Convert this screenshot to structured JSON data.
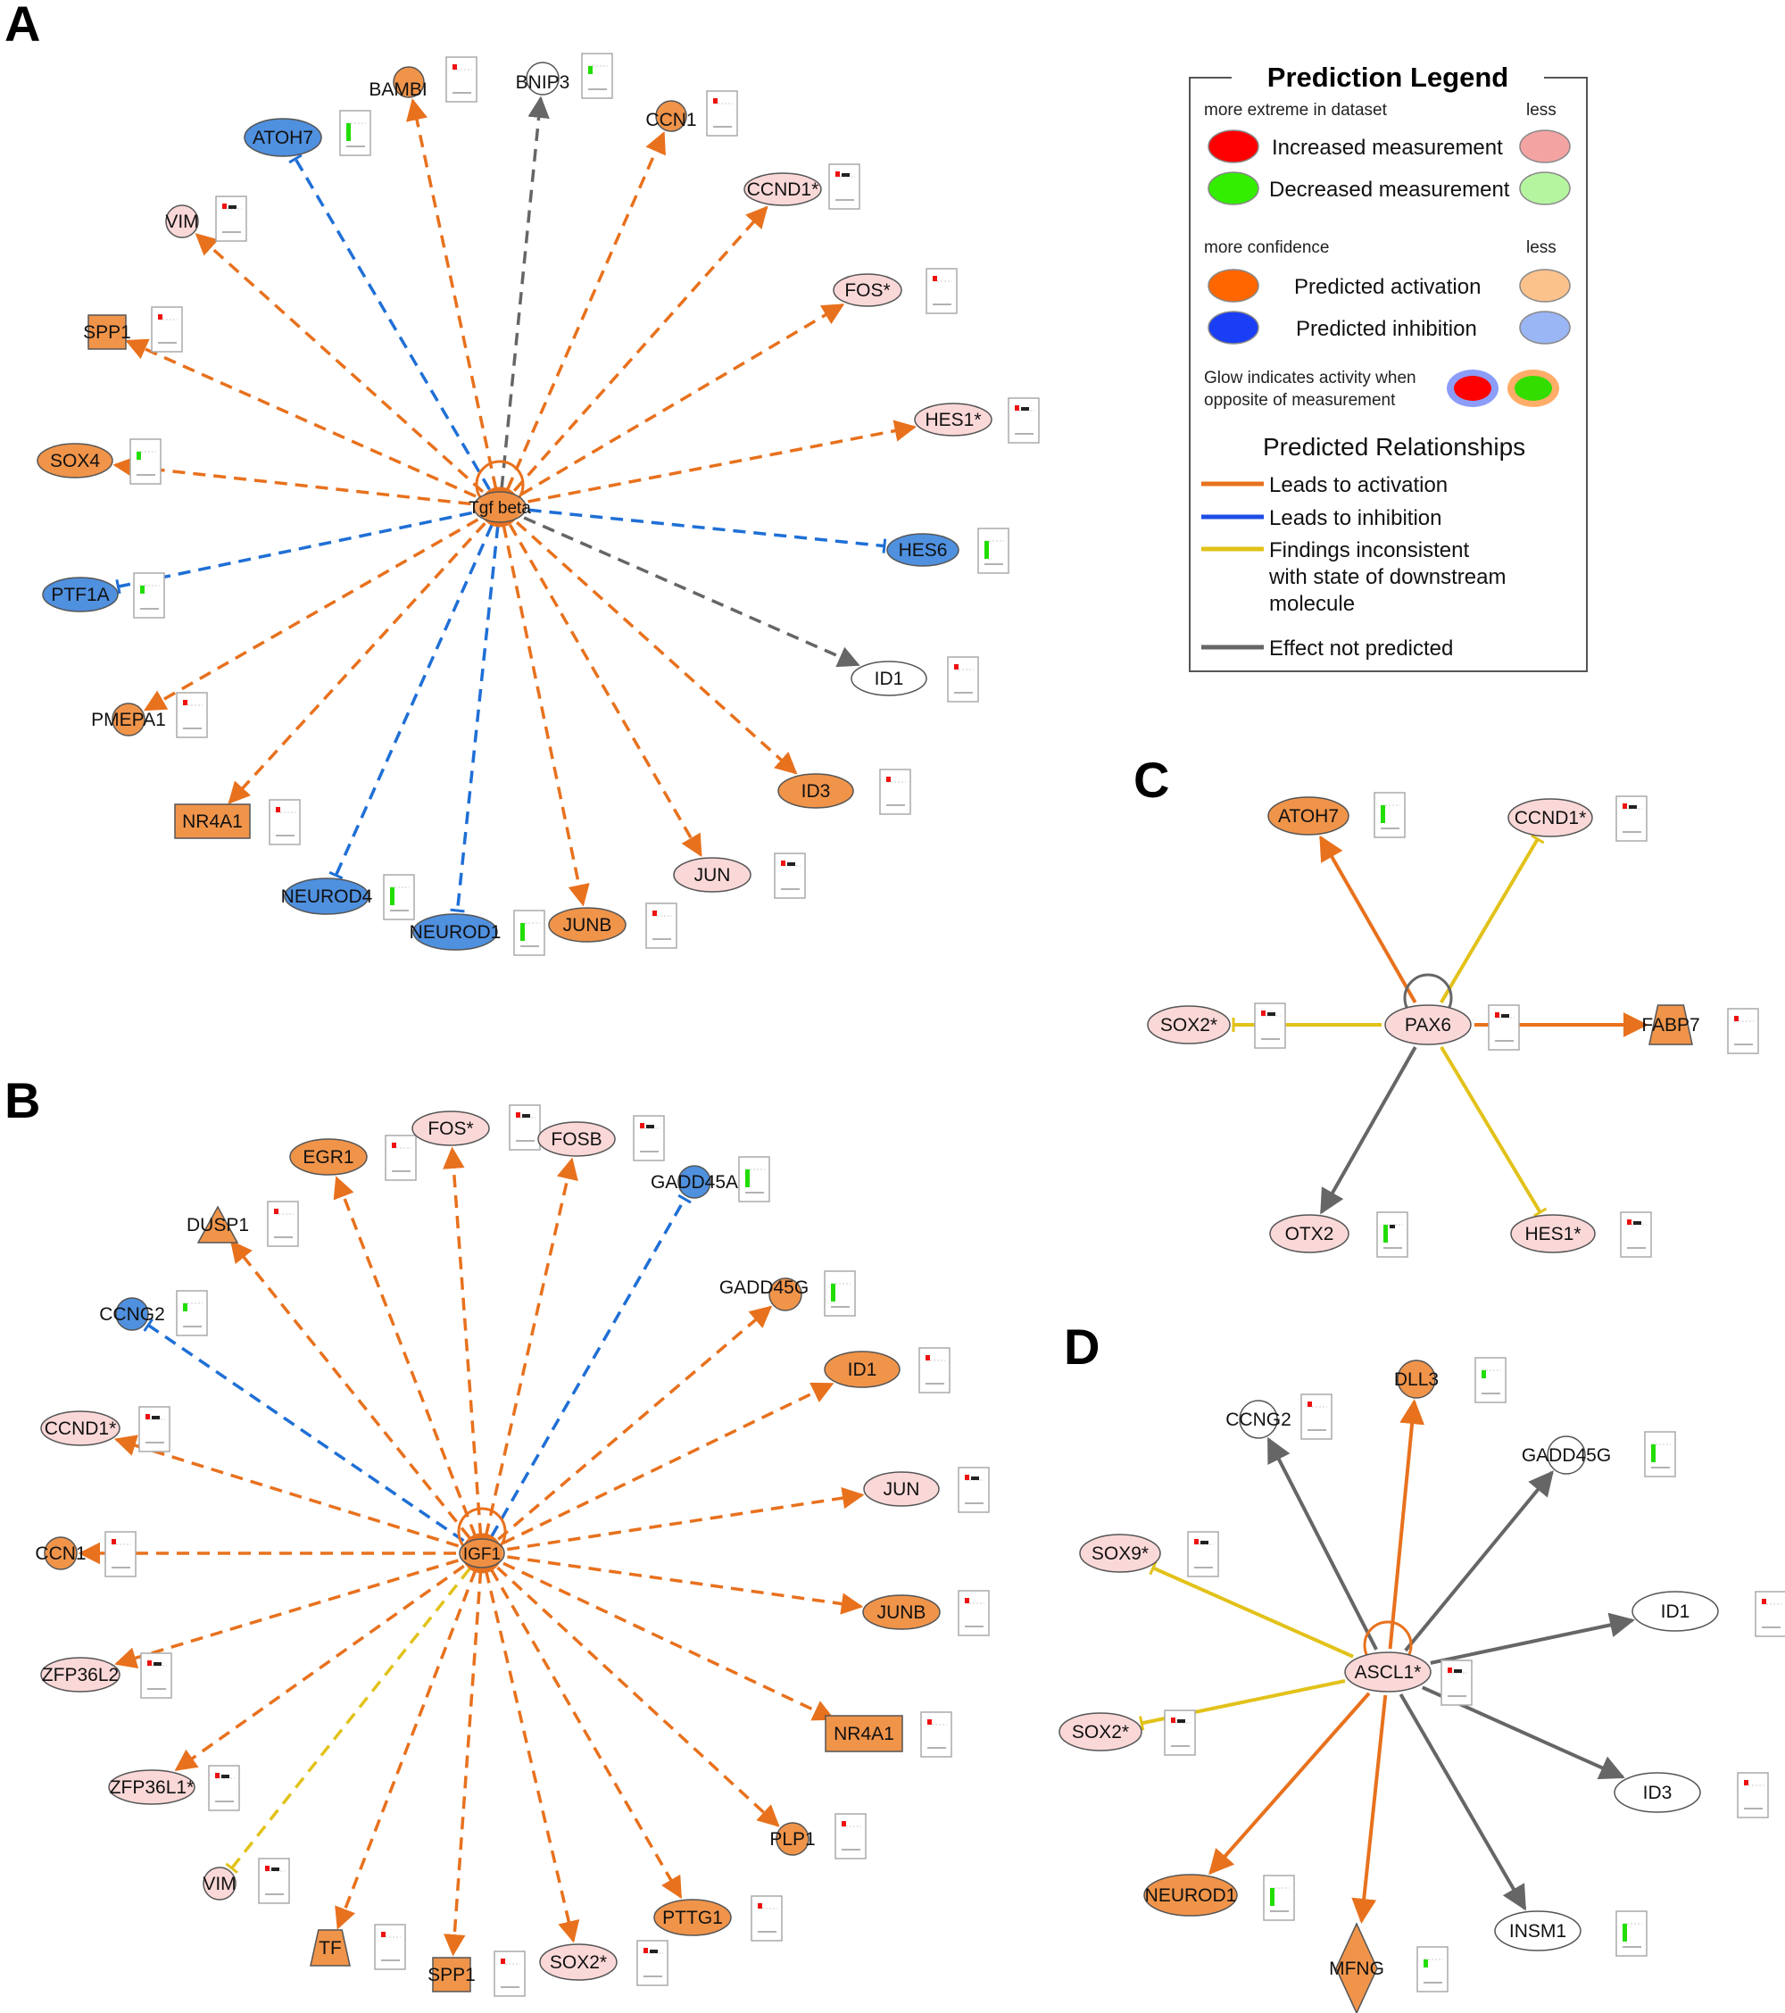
{
  "colors": {
    "orange": "#e8711d",
    "blue": "#1f6fd6",
    "yellow": "#e2c21a",
    "grey": "#666666",
    "node_orange": "#f0944a",
    "node_blue": "#4f90df",
    "node_pink": "#fbd8d8",
    "node_white": "#ffffff",
    "legend_red": "#ff0000",
    "legend_pink": "#f4a3a3",
    "legend_green": "#33ee00",
    "legend_lightgreen": "#b6f5a0",
    "legend_orange": "#ff6600",
    "legend_lightorange": "#fcc28c",
    "legend_blue": "#1a3ef5",
    "legend_lightblue": "#9bb6f5"
  },
  "panels": [
    {
      "letter": "A",
      "center": "Tgf beta",
      "nodes": [
        {
          "label": "BAMBI",
          "color": "orange",
          "shape": "circle",
          "edge": "activation",
          "mini": "red"
        },
        {
          "label": "BNIP3",
          "color": "white",
          "shape": "circle",
          "edge": "none",
          "mini": "green-small"
        },
        {
          "label": "CCN1",
          "color": "orange",
          "shape": "circle",
          "edge": "activation",
          "mini": "red"
        },
        {
          "label": "CCND1*",
          "color": "pink",
          "shape": "ellipse",
          "edge": "activation",
          "mini": "red-dark"
        },
        {
          "label": "FOS*",
          "color": "pink",
          "shape": "ellipse",
          "edge": "activation",
          "mini": "red"
        },
        {
          "label": "HES1*",
          "color": "pink",
          "shape": "ellipse",
          "edge": "activation",
          "mini": "red-dark"
        },
        {
          "label": "HES6",
          "color": "blue",
          "shape": "ellipse",
          "edge": "inhibition",
          "mini": "green"
        },
        {
          "label": "ID1",
          "color": "white",
          "shape": "ellipse",
          "edge": "none",
          "mini": "red"
        },
        {
          "label": "ID3",
          "color": "orange",
          "shape": "ellipse",
          "edge": "activation",
          "mini": "red"
        },
        {
          "label": "JUN",
          "color": "pink",
          "shape": "ellipse",
          "edge": "activation",
          "mini": "red-dark"
        },
        {
          "label": "JUNB",
          "color": "orange",
          "shape": "ellipse",
          "edge": "activation",
          "mini": "red"
        },
        {
          "label": "NEUROD1",
          "color": "blue",
          "shape": "ellipse",
          "edge": "inhibition",
          "mini": "green"
        },
        {
          "label": "NEUROD4",
          "color": "blue",
          "shape": "ellipse",
          "edge": "inhibition",
          "mini": "green"
        },
        {
          "label": "NR4A1",
          "color": "orange",
          "shape": "rect",
          "edge": "activation",
          "mini": "red"
        },
        {
          "label": "PMEPA1",
          "color": "orange",
          "shape": "circle",
          "edge": "activation",
          "mini": "red"
        },
        {
          "label": "PTF1A",
          "color": "blue",
          "shape": "ellipse",
          "edge": "inhibition",
          "mini": "green-small"
        },
        {
          "label": "SOX4",
          "color": "orange",
          "shape": "ellipse",
          "edge": "activation",
          "mini": "green-small"
        },
        {
          "label": "SPP1",
          "color": "orange",
          "shape": "rect",
          "edge": "activation",
          "mini": "red"
        },
        {
          "label": "VIM",
          "color": "pink",
          "shape": "circle",
          "edge": "activation",
          "mini": "red-dark"
        },
        {
          "label": "ATOH7",
          "color": "blue",
          "shape": "ellipse",
          "edge": "inhibition",
          "mini": "green"
        }
      ]
    },
    {
      "letter": "B",
      "center": "IGF1",
      "nodes": [
        {
          "label": "EGR1",
          "color": "orange",
          "shape": "ellipse",
          "edge": "activation",
          "mini": "red"
        },
        {
          "label": "FOS*",
          "color": "pink",
          "shape": "ellipse",
          "edge": "activation",
          "mini": "red-dark"
        },
        {
          "label": "FOSB",
          "color": "pink",
          "shape": "ellipse",
          "edge": "activation",
          "mini": "red-dark"
        },
        {
          "label": "GADD45A",
          "color": "blue",
          "shape": "circle",
          "edge": "inhibition",
          "mini": "green"
        },
        {
          "label": "GADD45G",
          "color": "orange",
          "shape": "circle",
          "edge": "activation",
          "mini": "green"
        },
        {
          "label": "ID1",
          "color": "orange",
          "shape": "ellipse",
          "edge": "activation",
          "mini": "red"
        },
        {
          "label": "JUN",
          "color": "pink",
          "shape": "ellipse",
          "edge": "activation",
          "mini": "red-dark"
        },
        {
          "label": "JUNB",
          "color": "orange",
          "shape": "ellipse",
          "edge": "activation",
          "mini": "red"
        },
        {
          "label": "NR4A1",
          "color": "orange",
          "shape": "rect",
          "edge": "activation",
          "mini": "red"
        },
        {
          "label": "PLP1",
          "color": "orange",
          "shape": "circle",
          "edge": "activation",
          "mini": "red"
        },
        {
          "label": "PTTG1",
          "color": "orange",
          "shape": "ellipse",
          "edge": "activation",
          "mini": "red"
        },
        {
          "label": "SOX2*",
          "color": "pink",
          "shape": "ellipse",
          "edge": "activation",
          "mini": "red-dark"
        },
        {
          "label": "SPP1",
          "color": "orange",
          "shape": "rect",
          "edge": "activation",
          "mini": "red"
        },
        {
          "label": "TF",
          "color": "orange",
          "shape": "trapezoid",
          "edge": "activation",
          "mini": "red"
        },
        {
          "label": "VIM",
          "color": "pink",
          "shape": "circle",
          "edge": "inconsistent",
          "mini": "red-dark"
        },
        {
          "label": "ZFP36L1*",
          "color": "pink",
          "shape": "ellipse",
          "edge": "activation",
          "mini": "red-dark"
        },
        {
          "label": "ZFP36L2",
          "color": "pink",
          "shape": "ellipse",
          "edge": "activation",
          "mini": "red-dark"
        },
        {
          "label": "CCN1",
          "color": "orange",
          "shape": "circle",
          "edge": "activation",
          "mini": "red"
        },
        {
          "label": "CCND1*",
          "color": "pink",
          "shape": "ellipse",
          "edge": "activation",
          "mini": "red-dark"
        },
        {
          "label": "CCNG2",
          "color": "blue",
          "shape": "circle",
          "edge": "inhibition",
          "mini": "green-small"
        },
        {
          "label": "DUSP1",
          "color": "orange",
          "shape": "triangle",
          "edge": "activation",
          "mini": "red"
        }
      ]
    },
    {
      "letter": "C",
      "center": "PAX6",
      "nodes": [
        {
          "label": "ATOH7",
          "color": "orange",
          "shape": "ellipse",
          "edge": "activation",
          "mini": "green"
        },
        {
          "label": "CCND1*",
          "color": "pink",
          "shape": "ellipse",
          "edge": "inconsistent",
          "mini": "red-dark"
        },
        {
          "label": "FABP7",
          "color": "orange",
          "shape": "trapezoid",
          "edge": "activation",
          "mini": "red"
        },
        {
          "label": "HES1*",
          "color": "pink",
          "shape": "ellipse",
          "edge": "inconsistent",
          "mini": "red-dark"
        },
        {
          "label": "OTX2",
          "color": "pink",
          "shape": "ellipse",
          "edge": "none",
          "mini": "green-dark"
        },
        {
          "label": "SOX2*",
          "color": "pink",
          "shape": "ellipse",
          "edge": "inconsistent",
          "mini": "red-dark"
        }
      ]
    },
    {
      "letter": "D",
      "center": "ASCL1*",
      "nodes": [
        {
          "label": "DLL3",
          "color": "orange",
          "shape": "circle",
          "edge": "activation",
          "mini": "green-small"
        },
        {
          "label": "GADD45G",
          "color": "white",
          "shape": "circle",
          "edge": "none",
          "mini": "green"
        },
        {
          "label": "ID1",
          "color": "white",
          "shape": "ellipse",
          "edge": "none",
          "mini": "red"
        },
        {
          "label": "ID3",
          "color": "white",
          "shape": "ellipse",
          "edge": "none",
          "mini": "red"
        },
        {
          "label": "INSM1",
          "color": "white",
          "shape": "ellipse",
          "edge": "none",
          "mini": "green"
        },
        {
          "label": "MFNG",
          "color": "orange",
          "shape": "diamond",
          "edge": "activation",
          "mini": "green-small"
        },
        {
          "label": "NEUROD1",
          "color": "orange",
          "shape": "ellipse",
          "edge": "activation",
          "mini": "green"
        },
        {
          "label": "SOX2*",
          "color": "pink",
          "shape": "ellipse",
          "edge": "inconsistent",
          "mini": "red-dark"
        },
        {
          "label": "SOX9*",
          "color": "pink",
          "shape": "ellipse",
          "edge": "inconsistent",
          "mini": "red-dark"
        },
        {
          "label": "CCNG2",
          "color": "white",
          "shape": "circle",
          "edge": "none",
          "mini": "red"
        }
      ]
    }
  ],
  "legend": {
    "title": "Prediction Legend",
    "measure_more": "more extreme in dataset",
    "measure_less": "less",
    "increased": "Increased measurement",
    "decreased": "Decreased measurement",
    "conf_more": "more confidence",
    "conf_less": "less",
    "activation": "Predicted activation",
    "inhibition": "Predicted inhibition",
    "glow_line1": "Glow indicates activity when",
    "glow_line2": "opposite of measurement",
    "relationships_title": "Predicted Relationships",
    "rel_activation": "Leads to activation",
    "rel_inhibition": "Leads to inhibition",
    "rel_inconsistent_1": "Findings inconsistent",
    "rel_inconsistent_2": "with state of downstream",
    "rel_inconsistent_3": "molecule",
    "rel_none": "Effect not predicted"
  }
}
